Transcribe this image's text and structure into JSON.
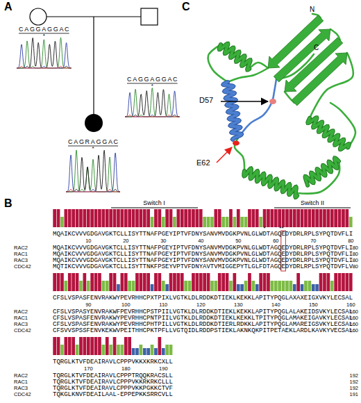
{
  "diagram": {
    "labels": [
      "A",
      "CAGGAGGAC",
      "*",
      "CAGGAGGAC",
      "*",
      "CAGRAGGAC",
      "*",
      "B",
      "Switch I",
      "Switch II",
      "MQAIKCVVVGDGAVGKTCLLISYTTNAFPGEYIPTVFDNYSANVMVDGKPVNLGLWDTAGQEDYDRLRPLSYPQTDVFLI",
      "10",
      "20",
      "30",
      "40",
      "50",
      "60",
      "70",
      "80",
      "*",
      "**",
      "RAC2",
      "MQAIKCVVVGDGAVGKTCLLISYTTNAFPGEYIPTVFDNYSANVMVDGKPVNLGLWDTAGQEDYDRLRPLSYPQTDVFLI",
      "80",
      "RAC1",
      "MQAIKCVVVGDGAVGKTCLLISYTTNAFPGEYIPTVFDNYSANVMVDGKPVNLGLWDTAGQEDYDRLRPLSYPQTDVFLI",
      "80",
      "RAC3",
      "MQAIKCVVVGDGAVGKTCLLISYTTNAFPGEYIPTVFDNYSANVMVDGKPVNLGLWDTAGQEDYDRLRPLSYPQTDVFLI",
      "80",
      "CDC42",
      "MQTIKCVVVGDGAVGKTCLLISYTTNKFPSEYVPTVFDNYAVTVMIGGEPYTLGLFDTAGQEDYDRLRPLSYPQTDVFLV",
      "80",
      "CFSLVSPASFENVRAKWYPEVRHHCPXTPIXLVGTKLDLRDDKDTIEKLKEKKLAPITYPQGLAXAXEIGXVKYLECSAL",
      "90",
      "100",
      "110",
      "120",
      "130",
      "140",
      "150",
      "160",
      "RAC2",
      "CFSLVSPASYENVRAKWFPEVRHHCPSTPIILVGTKLDLRDDKDTIEKLKEKKLAPITYPQGLALAKEIDSVKYLECSAL",
      "160",
      "RAC1",
      "CFSLVSPASFENVRAKWYPEVRHHCPNTPIILVGTKLDLRDDKDTIEKLKEKKLTPITYPQGLAMAKEIGAVKYLECSAL",
      "160",
      "RAC3",
      "CFSLVSPASFENVRAKWYPEVRHHCPHTPILLVGTKLDLRDDKDTIERLRDKKLAPITYPQGLAMAREIGSVKYLECSAL",
      "160",
      "CDC42",
      "CFSVVSPSSFENVKEKWVPEITHHCPKTPFLLVGTQIDLRDDPSTIEKLAKNKQKPITPETAEKLARDLKAVKYVECSAL",
      "160",
      "TQRGLKTVFDEAIRAVLCPPPVKKXKRKCXLL",
      "170",
      "180",
      "190",
      "RAC2",
      "TQRGLKTVFDEAIRAVLCPPPTRQQKRACSLL",
      "192",
      "RAC1",
      "TQRGLKTVFDEAIRAVLCPPPVKKRKRKCLLL",
      "192",
      "RAC3",
      "TQRGLKTVFDEAIRAVLCPPPVKKPGKKCTVF",
      "192",
      "CDC42",
      "TQKGLKNVFDEAILAAL-EPPEPKKSRRCVLL",
      "191",
      "C",
      "N",
      "C",
      "D57",
      "E62"
    ]
  }
}
